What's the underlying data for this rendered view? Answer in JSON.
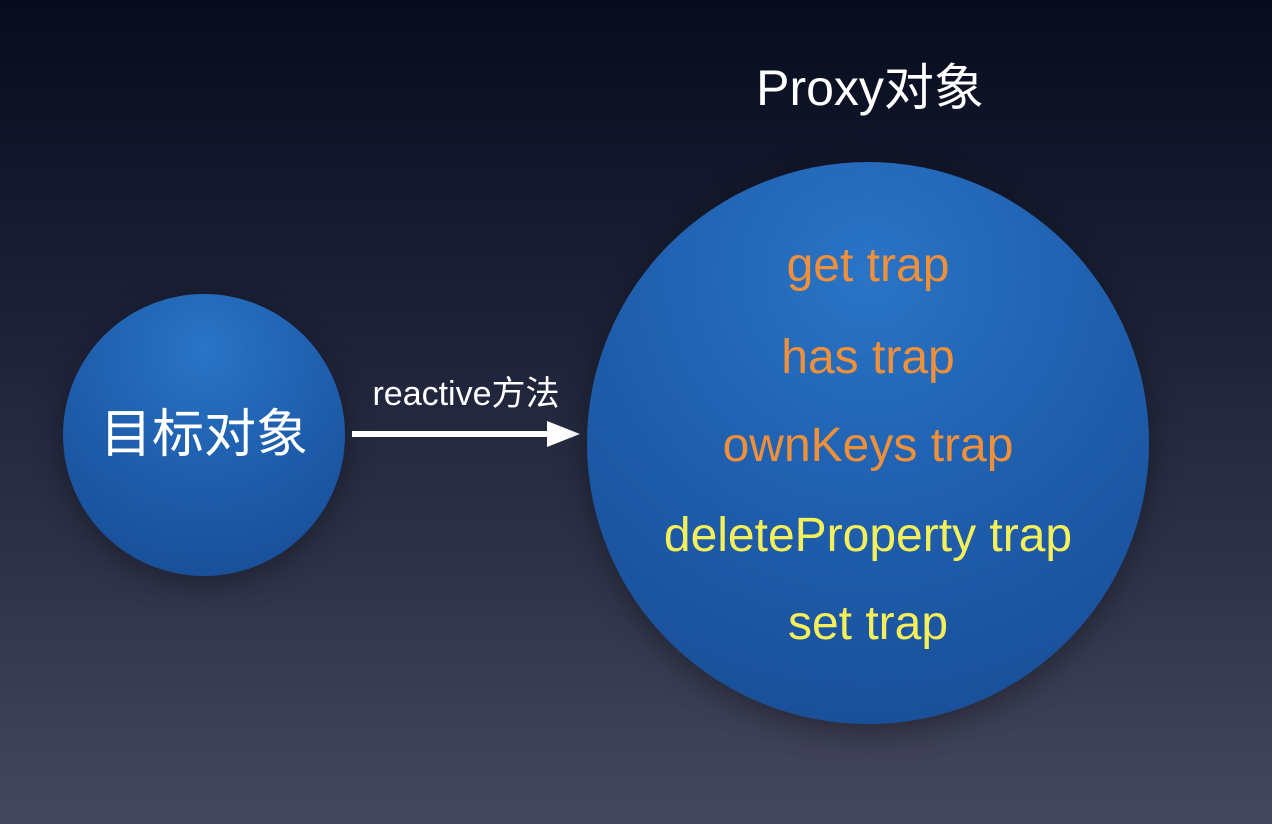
{
  "diagram": {
    "title": "Proxy对象",
    "source_label": "目标对象",
    "arrow_label": "reactive方法",
    "traps": [
      {
        "label": "get trap",
        "color": "#f0903a"
      },
      {
        "label": "has trap",
        "color": "#f0903a"
      },
      {
        "label": "ownKeys trap",
        "color": "#f0903a"
      },
      {
        "label": "deleteProperty trap",
        "color": "#f5f05a"
      },
      {
        "label": "set trap",
        "color": "#f5f05a"
      }
    ],
    "colors": {
      "circle": "#1f5fae",
      "text": "#ffffff",
      "orange_trap": "#f0903a",
      "yellow_trap": "#f5f05a"
    }
  }
}
